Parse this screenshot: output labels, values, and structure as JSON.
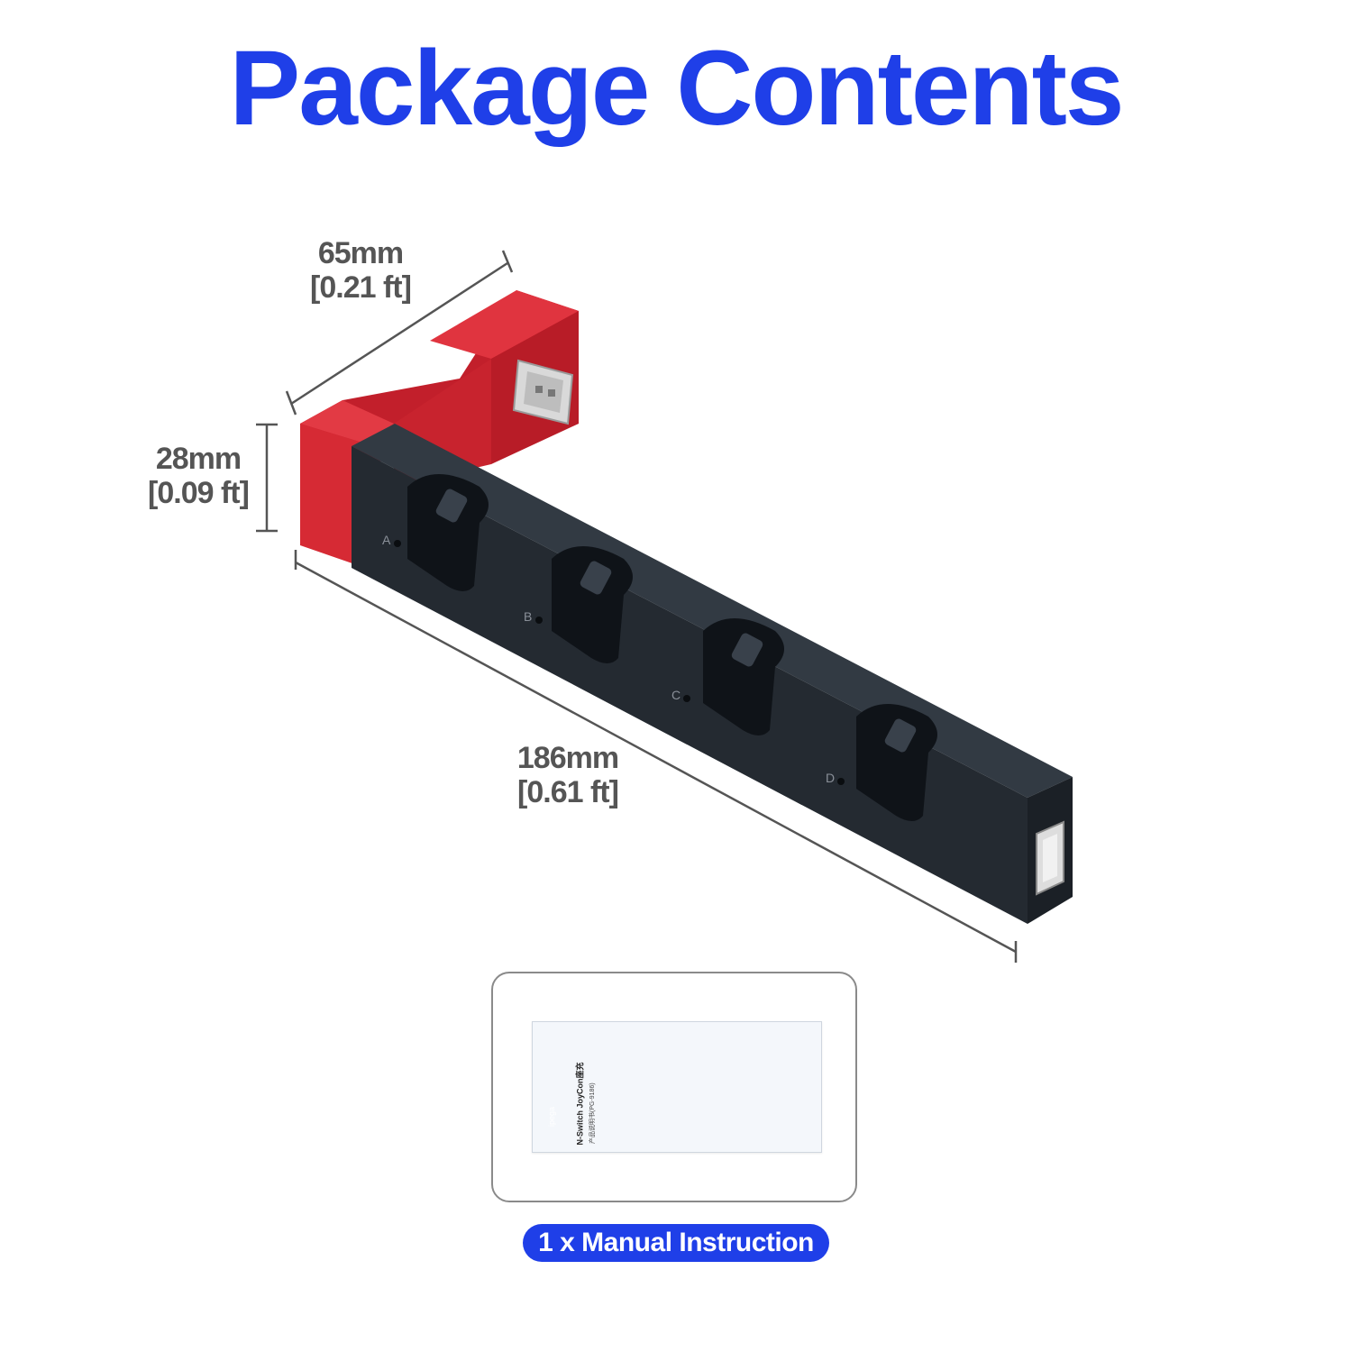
{
  "title": "Package Contents",
  "dimensions": {
    "depth": {
      "mm": "65mm",
      "ft": "[0.21 ft]"
    },
    "height": {
      "mm": "28mm",
      "ft": "[0.09 ft]"
    },
    "length": {
      "mm": "186mm",
      "ft": "[0.61 ft]"
    }
  },
  "slot_labels": [
    "A",
    "B",
    "C",
    "D"
  ],
  "manual": {
    "brand": "ipega",
    "doc_title": "N-Switch JoyCon座充",
    "doc_subtitle": "产品说明书(PG-9186)",
    "caption": "1 x Manual Instruction"
  },
  "colors": {
    "title": "#1f3fe8",
    "dock_body": "#242a31",
    "dock_red": "#d62a34",
    "caption_bg": "#1f3fe8"
  }
}
